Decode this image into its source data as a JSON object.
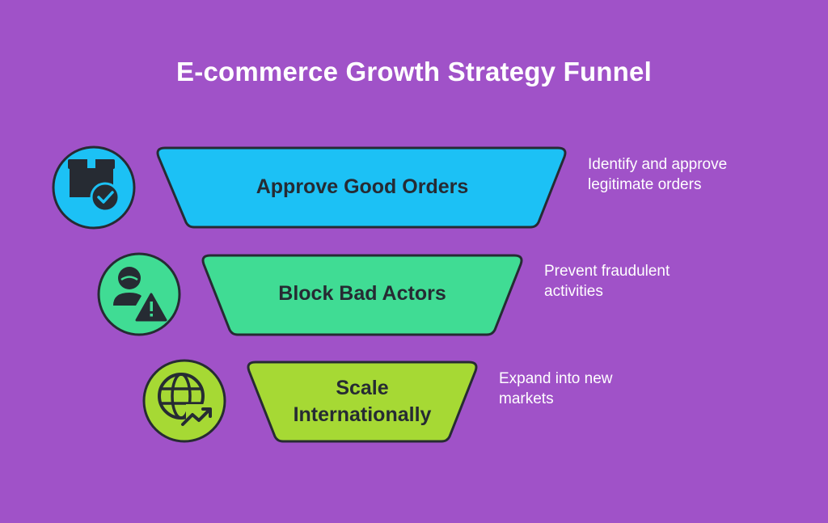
{
  "title": "E-commerce Growth Strategy Funnel",
  "colors": {
    "background": "#a052c8",
    "stroke": "#262b33",
    "stage1": "#1cc1f5",
    "stage2": "#40dc94",
    "stage3": "#a6d934"
  },
  "stages": [
    {
      "label": "Approve Good Orders",
      "description_line1": "Identify and approve",
      "description_line2": "legitimate orders",
      "icon": "package-check-icon"
    },
    {
      "label": "Block Bad Actors",
      "description_line1": "Prevent fraudulent",
      "description_line2": "activities",
      "icon": "user-warning-icon"
    },
    {
      "label_line1": "Scale",
      "label_line2": "Internationally",
      "description_line1": "Expand into new",
      "description_line2": "markets",
      "icon": "globe-growth-icon"
    }
  ]
}
